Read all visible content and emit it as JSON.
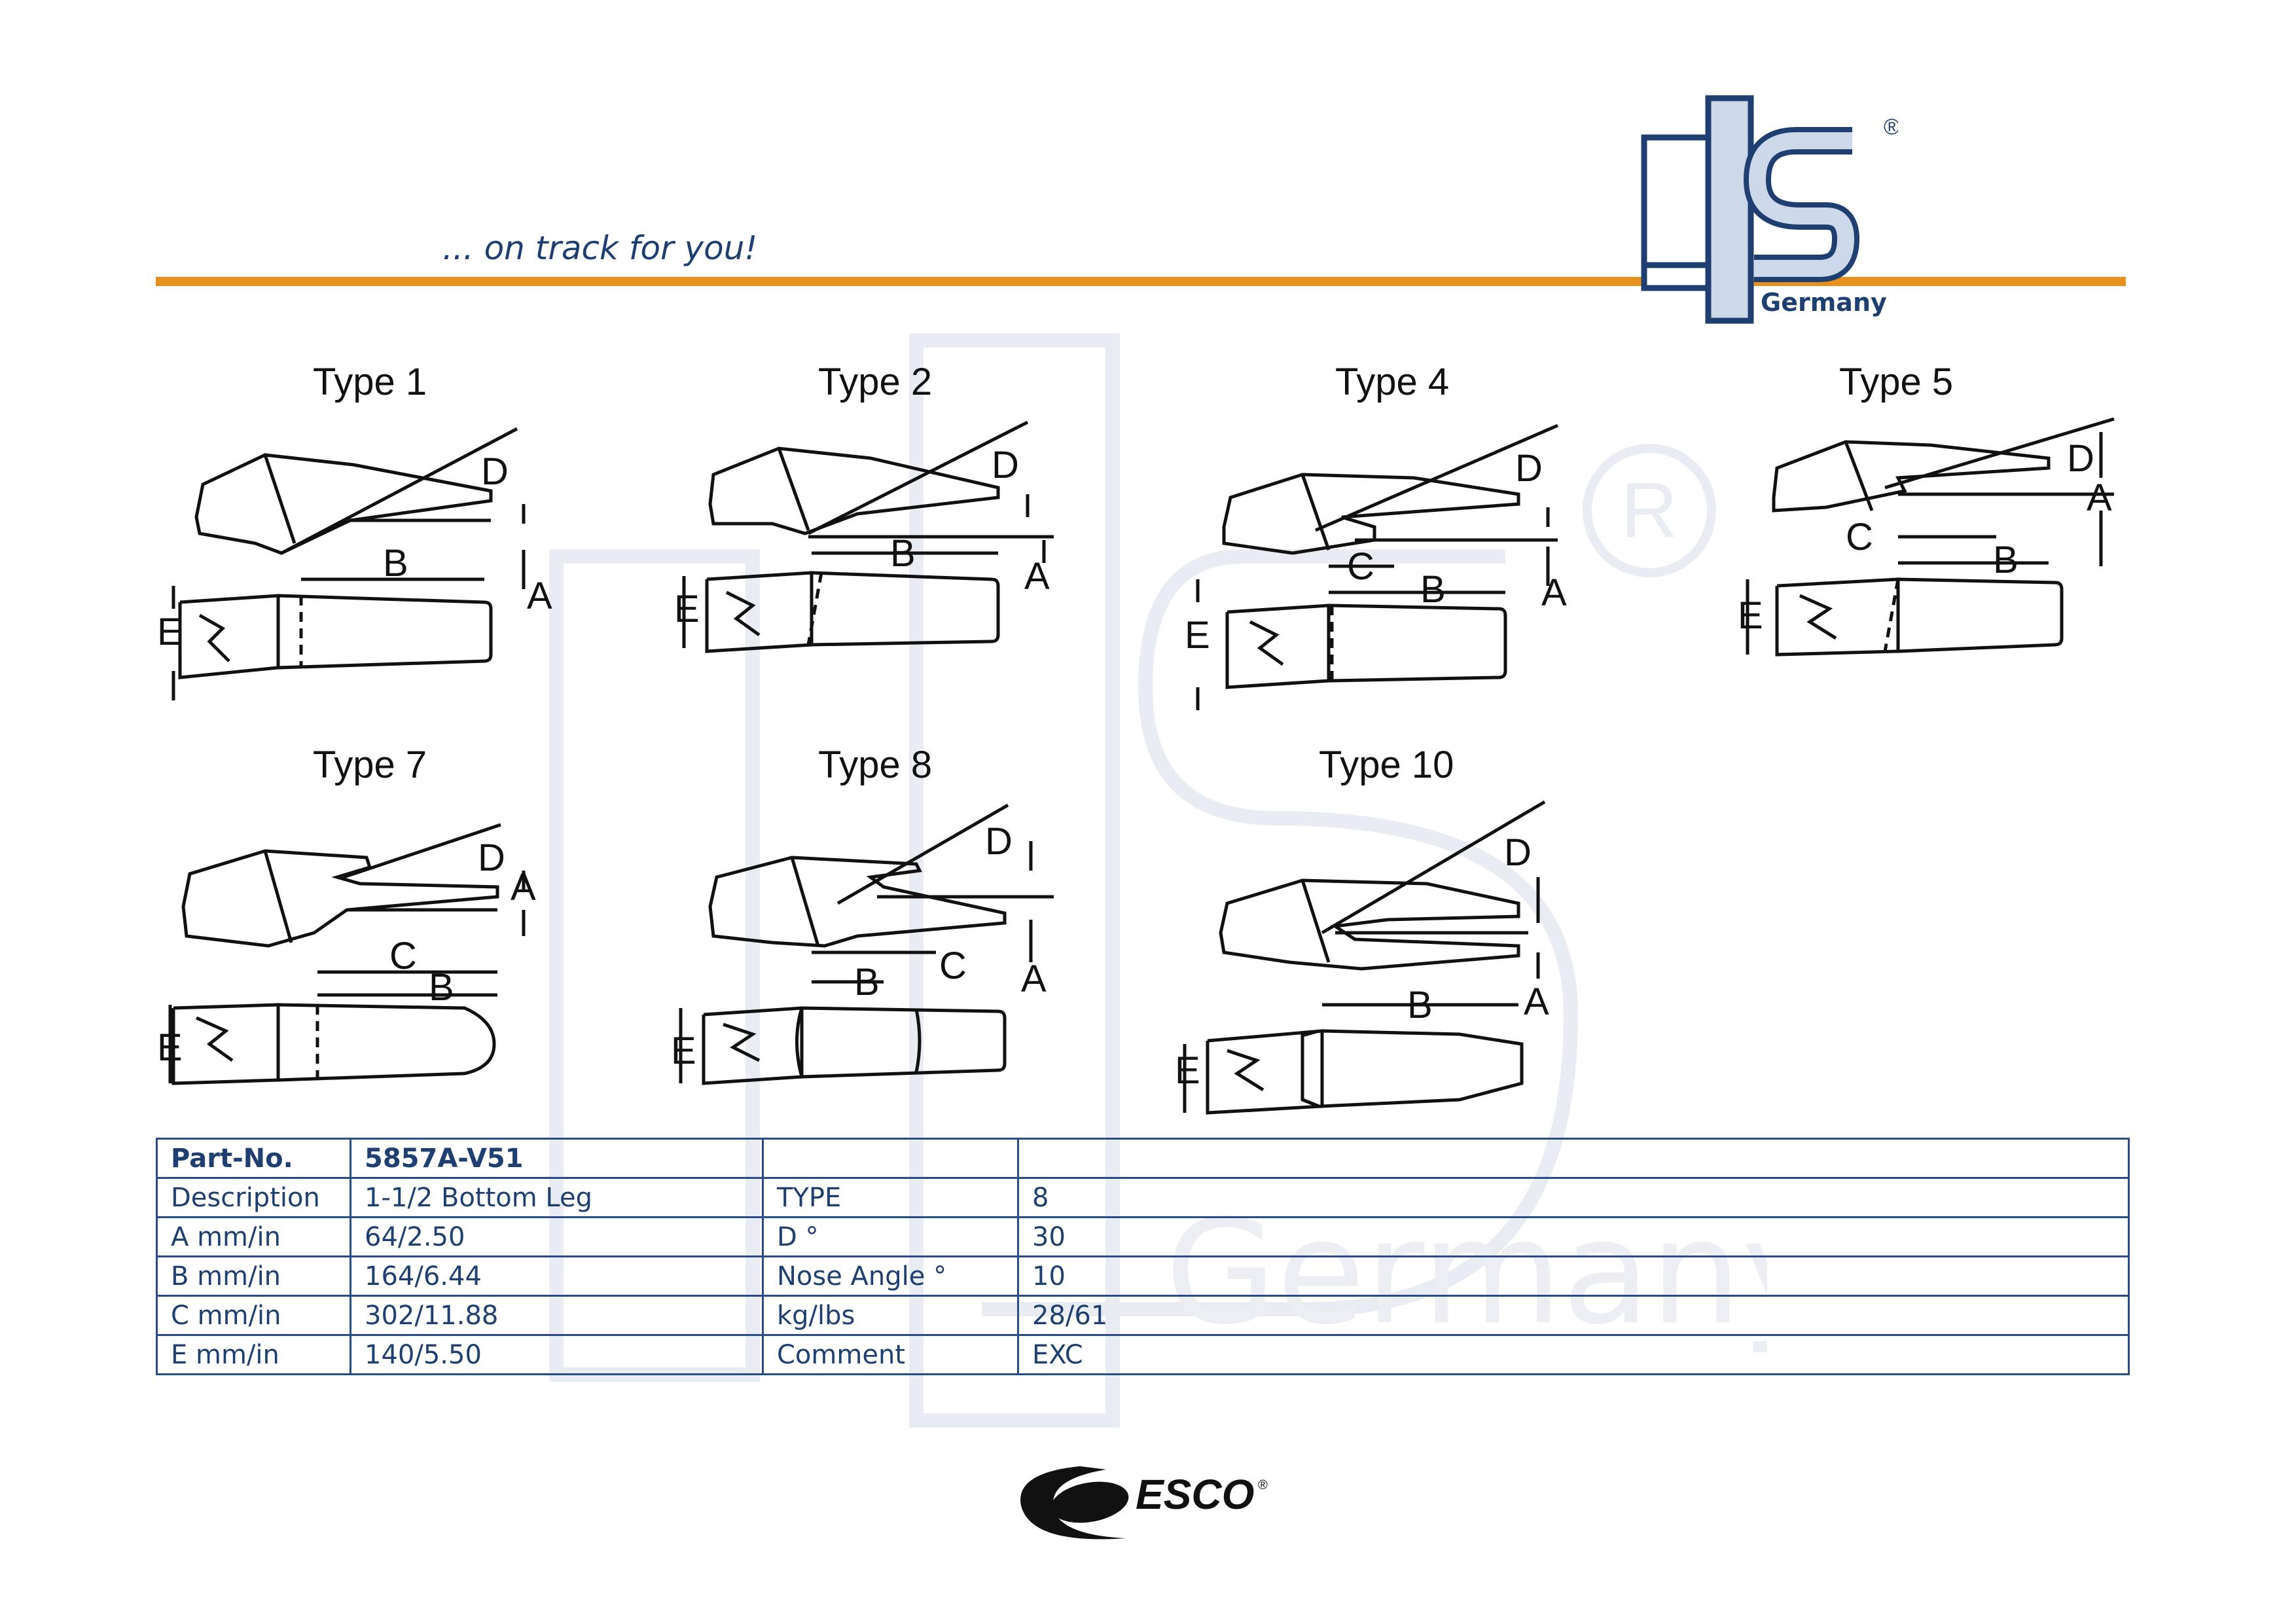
{
  "header": {
    "tagline": "... on track for you!",
    "logo_text": "LIS",
    "logo_subtitle": "Germany",
    "registered": "®",
    "accent_color": "#e8901e",
    "brand_color": "#1f3f73"
  },
  "panels": [
    {
      "title": "Type 1"
    },
    {
      "title": "Type 2"
    },
    {
      "title": "Type 4"
    },
    {
      "title": "Type 5"
    },
    {
      "title": "Type 7"
    },
    {
      "title": "Type 8"
    },
    {
      "title": "Type 10"
    }
  ],
  "dim_labels": {
    "a": "A",
    "b": "B",
    "c": "C",
    "d": "D",
    "e": "E"
  },
  "spec_table": {
    "rows": [
      [
        "Part-No.",
        "5857A-V51",
        "",
        ""
      ],
      [
        "Description",
        "1-1/2 Bottom Leg",
        "TYPE",
        "8"
      ],
      [
        "A mm/in",
        "64/2.50",
        "D °",
        "30"
      ],
      [
        "B mm/in",
        "164/6.44",
        "Nose Angle °",
        "10"
      ],
      [
        "C mm/in",
        "302/11.88",
        "kg/lbs",
        "28/61"
      ],
      [
        "E mm/in",
        "140/5.50",
        "Comment",
        "EXC"
      ]
    ]
  },
  "footer": {
    "brand": "ESCO",
    "registered": "®"
  }
}
